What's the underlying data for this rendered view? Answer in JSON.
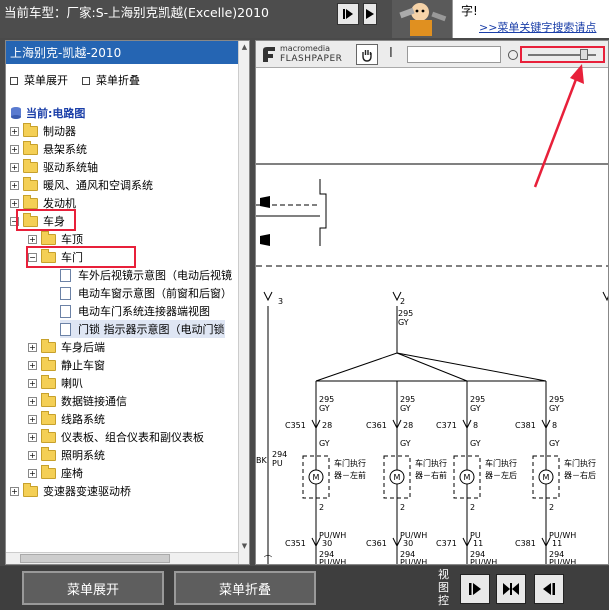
{
  "window": {
    "title": "当前车型：厂家:S-上海别克凯越(Excelle)2010"
  },
  "search": {
    "line1": "字!",
    "link": ">>菜单关键字搜索请点"
  },
  "sidebar": {
    "header": "上海别克-凯越-2010",
    "expand_label": "菜单展开",
    "collapse_label": "菜单折叠",
    "current": "当前:电路图",
    "items": [
      "制动器",
      "悬架系统",
      "驱动系统轴",
      "暖风、通风和空调系统",
      "发动机",
      "车身"
    ],
    "body_children": [
      "车顶",
      "车门"
    ],
    "door_docs": [
      "车外后视镜示意图（电动后视镜",
      "电动车窗示意图（前窗和后窗）",
      "电动车门系统连接器端视图",
      "门锁 指示器示意图（电动门锁"
    ],
    "more_items": [
      "车身后端",
      "静止车窗",
      "喇叭",
      "数据链接通信",
      "线路系统",
      "仪表板、组合仪表和副仪表板",
      "照明系统",
      "座椅"
    ],
    "last_item": "变速器变速驱动桥"
  },
  "viewer": {
    "logo_top": "macromedia",
    "logo_bottom": "FLASHPAPER",
    "cursor_icon": "I",
    "zoom_level": 0.82
  },
  "diagram": {
    "wire_a": "3",
    "wire_b": "2",
    "wire_b_color": "GY",
    "wire_b_code": "295",
    "left_circuit": "294",
    "left_color_a": "BK",
    "left_color_b": "PU",
    "cols": [
      {
        "conn": "C351",
        "pin": "28",
        "code": "295",
        "color": "GY",
        "label1": "车门执行",
        "label2": "器－左前",
        "out_pin": "2",
        "out_color": "PU/WH",
        "bottom_conn": "C351",
        "bottom_pin": "30",
        "bottom_code": "294",
        "bottom_color": "PU/WH"
      },
      {
        "conn": "C361",
        "pin": "28",
        "code": "295",
        "color": "GY",
        "label1": "车门执行",
        "label2": "器－右前",
        "out_pin": "2",
        "out_color": "PU/WH",
        "bottom_conn": "C361",
        "bottom_pin": "30",
        "bottom_code": "294",
        "bottom_color": "PU/WH"
      },
      {
        "conn": "C371",
        "pin": "8",
        "code": "295",
        "color": "GY",
        "label1": "车门执行",
        "label2": "器－左后",
        "out_pin": "2",
        "out_color": "PU",
        "bottom_conn": "C371",
        "bottom_pin": "11",
        "bottom_code": "294",
        "bottom_color": "PU/WH"
      },
      {
        "conn": "C381",
        "pin": "8",
        "code": "295",
        "color": "GY",
        "label1": "车门执行",
        "label2": "器－右后",
        "out_pin": "2",
        "out_color": "PU/WH",
        "bottom_conn": "C381",
        "bottom_pin": "11",
        "bottom_code": "294",
        "bottom_color": "PU/WH"
      }
    ],
    "motor_symbol": "M"
  },
  "bottom": {
    "expand_label": "菜单展开",
    "collapse_label": "菜单折叠",
    "view_control": "视图控"
  },
  "colors": {
    "accent": "#2565b3",
    "highlight": "#e8203a"
  }
}
